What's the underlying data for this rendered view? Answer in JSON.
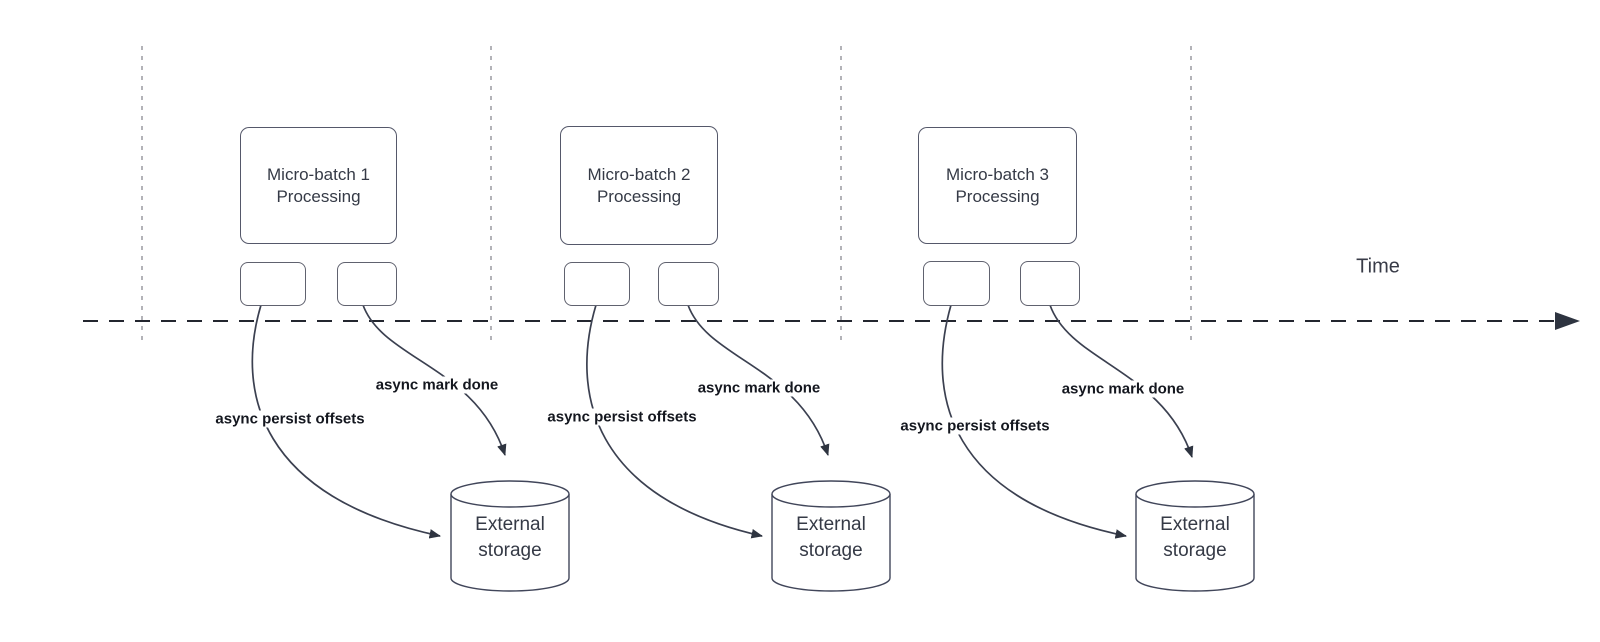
{
  "diagram": {
    "time_label": "Time",
    "columns": [
      {
        "process_label": "Micro-batch 1\nProcessing",
        "persist_label": "async persist offsets",
        "done_label": "async mark done",
        "storage_label": "External\nstorage"
      },
      {
        "process_label": "Micro-batch 2\nProcessing",
        "persist_label": "async persist offsets",
        "done_label": "async mark done",
        "storage_label": "External\nstorage"
      },
      {
        "process_label": "Micro-batch 3\nProcessing",
        "persist_label": "async persist offsets",
        "done_label": "async mark done",
        "storage_label": "External\nstorage"
      }
    ],
    "colors": {
      "shape_stroke": "#55586a",
      "arrow_stroke": "#3b4050",
      "axis_stroke": "#23262f",
      "lane_divider": "#9a9aa1",
      "process_text": "#353a46",
      "edge_label_text": "#14171f"
    }
  }
}
